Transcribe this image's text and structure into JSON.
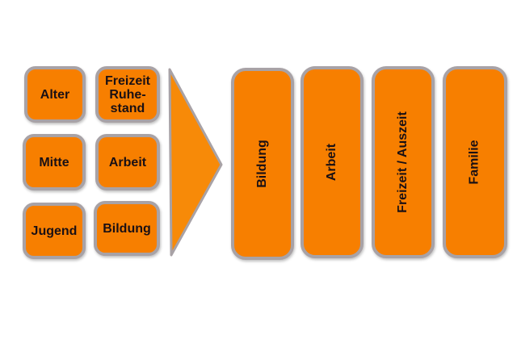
{
  "left_grid": {
    "alter": "Alter",
    "freizeit_ruhestand": "Freizeit\nRuhe-\nstand",
    "mitte": "Mitte",
    "arbeit": "Arbeit",
    "jugend": "Jugend",
    "bildung": "Bildung"
  },
  "columns": [
    {
      "label": "Bildung"
    },
    {
      "label": "Arbeit"
    },
    {
      "label": "Freizeit / Auszeit"
    },
    {
      "label": "Familie"
    }
  ],
  "colors": {
    "box_fill": "#f77f00",
    "box_border": "#a8a2a6",
    "arrow_fill": "#f78a08",
    "text": "#1a1014"
  }
}
